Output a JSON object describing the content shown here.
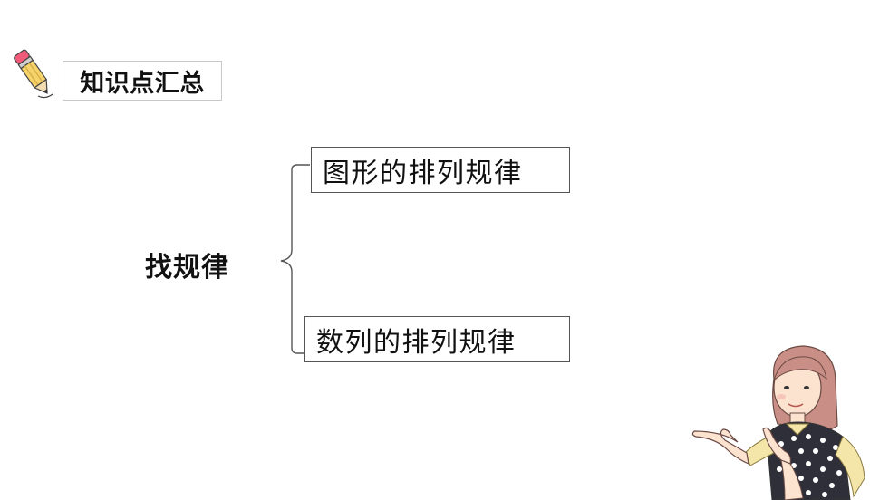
{
  "header": {
    "title": "知识点汇总"
  },
  "diagram": {
    "root": "找规律",
    "branches": [
      {
        "label": "图形的排列规律"
      },
      {
        "label": "数列的排列规律"
      }
    ]
  },
  "colors": {
    "text": "#111111",
    "box_border": "#555555",
    "header_border": "#c9c9c9",
    "pencil_tip": "#f25a7a",
    "pencil_body": "#f6d46a"
  },
  "icons": {
    "header": "pencil-icon",
    "illustration": "girl-teacher-illustration"
  }
}
